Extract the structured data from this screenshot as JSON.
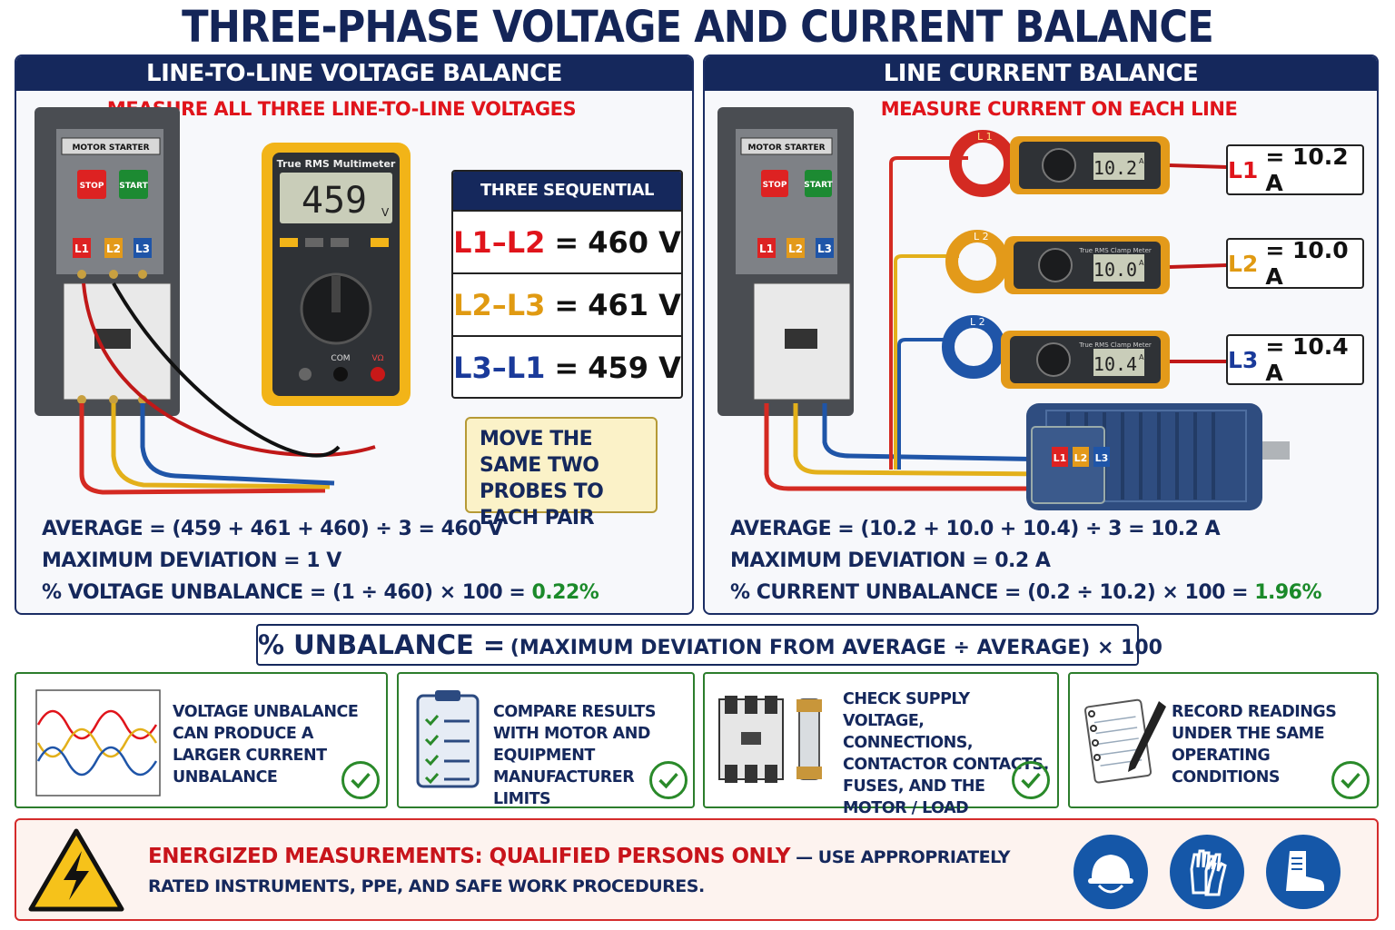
{
  "title": "THREE-PHASE VOLTAGE AND CURRENT BALANCE",
  "voltage_panel": {
    "header": "LINE-TO-LINE VOLTAGE BALANCE",
    "subheader": "MEASURE ALL THREE LINE-TO-LINE VOLTAGES",
    "starter_label": "MOTOR STARTER",
    "stop_label": "STOP",
    "start_label": "START",
    "terminals": [
      "L1",
      "L2",
      "L3"
    ],
    "meter_title": "True RMS Multimeter",
    "meter_display": "459",
    "meter_unit": "V",
    "meter_com": "COM",
    "meter_vohm": "VΩ",
    "readings_title": "THREE SEQUENTIAL READINGS",
    "readings": [
      {
        "pair": "L1–L2",
        "eq": "=",
        "value": "460 V",
        "color": "#e0141b"
      },
      {
        "pair": "L2–L3",
        "eq": "=",
        "value": "461 V",
        "color": "#e09a12"
      },
      {
        "pair": "L3–L1",
        "eq": "=",
        "value": "459 V",
        "color": "#1a3a9a"
      }
    ],
    "note": "MOVE THE SAME TWO PROBES TO EACH PAIR",
    "calc_average": "AVERAGE = (459 + 461 + 460) ÷ 3 = 460 V",
    "calc_max_dev": "MAXIMUM DEVIATION = 1 V",
    "calc_unbalance_prefix": "% VOLTAGE UNBALANCE = (1 ÷ 460) × 100 = ",
    "calc_unbalance_result": "0.22%"
  },
  "current_panel": {
    "header": "LINE CURRENT BALANCE",
    "subheader": "MEASURE CURRENT ON EACH LINE",
    "starter_label": "MOTOR STARTER",
    "stop_label": "STOP",
    "start_label": "START",
    "terminals": [
      "L1",
      "L2",
      "L3"
    ],
    "clamp_title": "True RMS Clamp Meter",
    "clamps": [
      {
        "jaw_label": "L 1",
        "display": "10.2",
        "unit": "A",
        "color": "#d42a22"
      },
      {
        "jaw_label": "L 2",
        "display": "10.0",
        "unit": "A",
        "color": "#e39a1a"
      },
      {
        "jaw_label": "L 2",
        "display": "10.4",
        "unit": "A",
        "color": "#1f55a8"
      }
    ],
    "currents": [
      {
        "line": "L1",
        "eq": "= 10.2 A",
        "color": "#e0141b"
      },
      {
        "line": "L2",
        "eq": "= 10.0 A",
        "color": "#e09a12"
      },
      {
        "line": "L3",
        "eq": "= 10.4 A",
        "color": "#1a3a9a"
      }
    ],
    "motor_terminals": [
      "L1",
      "L2",
      "L3"
    ],
    "calc_average": "AVERAGE = (10.2 + 10.0 + 10.4) ÷ 3 = 10.2 A",
    "calc_max_dev": "MAXIMUM DEVIATION = 0.2 A",
    "calc_unbalance_prefix": "% CURRENT UNBALANCE = (0.2 ÷ 10.2) × 100 = ",
    "calc_unbalance_result": "1.96%"
  },
  "formula": {
    "lhs": "% UNBALANCE =",
    "rhs": "(MAXIMUM DEVIATION FROM AVERAGE ÷ AVERAGE) × 100"
  },
  "tips": [
    {
      "text": "VOLTAGE UNBALANCE CAN PRODUCE A LARGER CURRENT UNBALANCE",
      "icon": "waveform-icon"
    },
    {
      "text": "COMPARE RESULTS WITH MOTOR AND EQUIPMENT MANUFACTURER LIMITS",
      "icon": "clipboard-checklist-icon"
    },
    {
      "text": "CHECK SUPPLY VOLTAGE, CONNECTIONS, CONTACTOR CONTACTS, FUSES, AND THE MOTOR / LOAD",
      "icon": "contactor-fuse-icon"
    },
    {
      "text": "RECORD READINGS UNDER THE SAME OPERATING CONDITIONS",
      "icon": "notebook-pen-icon"
    }
  ],
  "warning": {
    "headline": "ENERGIZED MEASUREMENTS: QUALIFIED PERSONS ONLY",
    "rest": " — USE APPROPRIATELY RATED INSTRUMENTS, PPE, AND SAFE WORK PROCEDURES.",
    "icons": [
      "high-voltage-warning-icon",
      "hard-hat-icon",
      "gloves-icon",
      "safety-boot-icon"
    ]
  },
  "colors": {
    "navy": "#15285c",
    "red": "#e0141b",
    "orange": "#e09a12",
    "blue": "#1a3a9a",
    "green": "#1b8a2a",
    "meter_yellow": "#f2b418"
  }
}
